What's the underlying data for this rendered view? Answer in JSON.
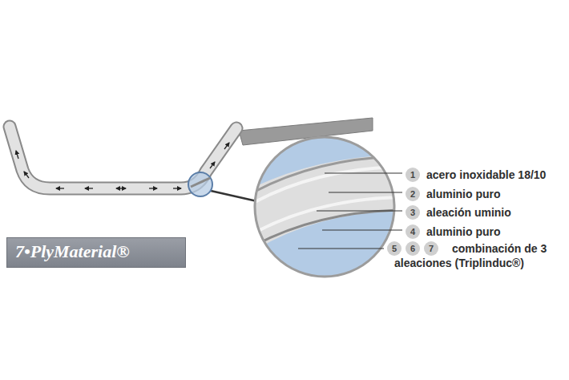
{
  "diagram": {
    "nodes": [
      {
        "text": [
          "7•PlyMaterial®"
        ]
      }
    ],
    "labels": [
      "1",
      "acero inoxidable 18/10",
      "2",
      "aluminio puro",
      "3",
      "aleación uminio",
      "4",
      "aluminio puro",
      "5",
      "6",
      "7",
      "combinación de 3 aleaciones (Triplinduc®)"
    ]
  }
}
